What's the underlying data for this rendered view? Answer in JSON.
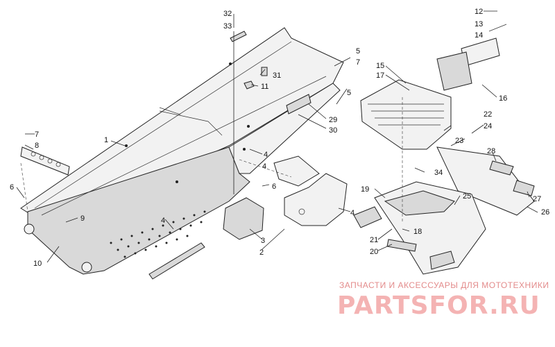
{
  "callouts": [
    {
      "id": "c1",
      "text": "1"
    },
    {
      "id": "c2",
      "text": "2"
    },
    {
      "id": "c3",
      "text": "3"
    },
    {
      "id": "c4a",
      "text": "4"
    },
    {
      "id": "c4b",
      "text": "4"
    },
    {
      "id": "c4c",
      "text": "4"
    },
    {
      "id": "c4d",
      "text": "4"
    },
    {
      "id": "c5a",
      "text": "5"
    },
    {
      "id": "c5b",
      "text": "5"
    },
    {
      "id": "c6a",
      "text": "6"
    },
    {
      "id": "c6b",
      "text": "6"
    },
    {
      "id": "c7a",
      "text": "7"
    },
    {
      "id": "c7b",
      "text": "7"
    },
    {
      "id": "c8",
      "text": "8"
    },
    {
      "id": "c9",
      "text": "9"
    },
    {
      "id": "c10",
      "text": "10"
    },
    {
      "id": "c11",
      "text": "11"
    },
    {
      "id": "c12",
      "text": "12"
    },
    {
      "id": "c13",
      "text": "13"
    },
    {
      "id": "c14",
      "text": "14"
    },
    {
      "id": "c15",
      "text": "15"
    },
    {
      "id": "c16",
      "text": "16"
    },
    {
      "id": "c17",
      "text": "17"
    },
    {
      "id": "c18",
      "text": "18"
    },
    {
      "id": "c19",
      "text": "19"
    },
    {
      "id": "c20",
      "text": "20"
    },
    {
      "id": "c21",
      "text": "21"
    },
    {
      "id": "c22",
      "text": "22"
    },
    {
      "id": "c23",
      "text": "23"
    },
    {
      "id": "c24",
      "text": "24"
    },
    {
      "id": "c25",
      "text": "25"
    },
    {
      "id": "c26",
      "text": "26"
    },
    {
      "id": "c27",
      "text": "27"
    },
    {
      "id": "c28",
      "text": "28"
    },
    {
      "id": "c29",
      "text": "29"
    },
    {
      "id": "c30",
      "text": "30"
    },
    {
      "id": "c31",
      "text": "31"
    },
    {
      "id": "c32",
      "text": "32"
    },
    {
      "id": "c33",
      "text": "33"
    },
    {
      "id": "c34",
      "text": "34"
    }
  ],
  "watermark": {
    "tagline": "ЗАПЧАСТИ И АКСЕССУАРЫ ДЛЯ МОТОТЕХНИКИ",
    "logo": "PARTSFOR.RU"
  },
  "colors": {
    "line": "#222222",
    "watermark": "#e38b8b",
    "logo": "#f4b3b3"
  }
}
